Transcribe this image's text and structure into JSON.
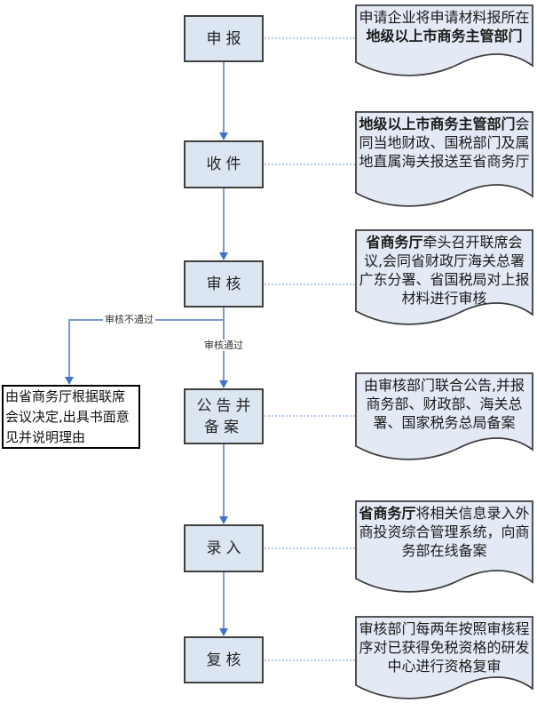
{
  "diagram": {
    "steps": [
      {
        "label": "申报"
      },
      {
        "label": "收件"
      },
      {
        "label": "审核"
      },
      {
        "label": "公告并\n备案"
      },
      {
        "label": "录入"
      },
      {
        "label": "复核"
      }
    ],
    "branch_labels": {
      "fail": "审核不通过",
      "pass": "审核通过"
    },
    "reject_box": {
      "text": "由省商务厅根据联席会议决定,出具书面意见并说明理由"
    },
    "callouts": [
      {
        "parts": [
          {
            "text": "申请企业将申请材料报所在",
            "bold": false
          },
          {
            "text": "地级以上市商务主管部门",
            "bold": true
          }
        ]
      },
      {
        "parts": [
          {
            "text": "地级以上市商务主管部门",
            "bold": true
          },
          {
            "text": "会同当地财政、国税部门及属地直属海关报送至省商务厅",
            "bold": false
          }
        ]
      },
      {
        "parts": [
          {
            "text": "省商务厅",
            "bold": true
          },
          {
            "text": "牵头召开联席会议,会同省财政厅海关总署广东分署、省国税局对上报材料进行审核",
            "bold": false
          }
        ]
      },
      {
        "parts": [
          {
            "text": "由审核部门联合公告,并报商务部、财政部、海关总署、国家税务总局备案",
            "bold": false
          }
        ]
      },
      {
        "parts": [
          {
            "text": "省商务厅",
            "bold": true
          },
          {
            "text": "将相关信息录入外商投资综合管理系统，向商务部在线备案",
            "bold": false
          }
        ]
      },
      {
        "parts": [
          {
            "text": "审核部门每两年按照审核程序对已获得免税资格的研发中心进行资格复审",
            "bold": false
          }
        ]
      }
    ],
    "colors": {
      "node_fill": "#dce6f2",
      "node_border": "#404040",
      "callout_fill": "#e3eaf5",
      "callout_border": "#3f3f3f",
      "connector_blue": "#7a9ccd",
      "arrowhead_blue": "#4472c4",
      "dotted_connector": "#b7cbe8",
      "reject_box_fill": "#ffffff",
      "reject_box_border": "#000000"
    }
  }
}
